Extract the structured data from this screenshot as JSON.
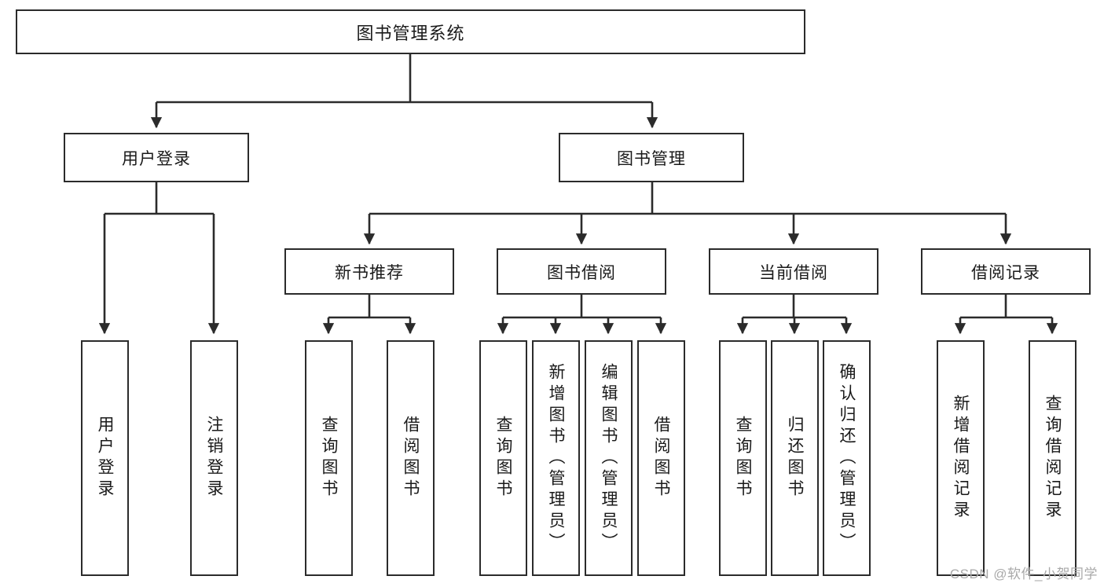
{
  "diagram": {
    "title": "图书管理系统",
    "watermark": "CSDN @软件_小贺同学",
    "stroke_color": "#2b2b2b",
    "fill_color": "#ffffff",
    "text_color": "#1a1a1a",
    "watermark_color": "#a9a9a9",
    "root": {
      "label": "图书管理系统"
    },
    "level2": [
      {
        "label": "用户登录"
      },
      {
        "label": "图书管理"
      }
    ],
    "level3": [
      {
        "label": "新书推荐"
      },
      {
        "label": "图书借阅"
      },
      {
        "label": "当前借阅"
      },
      {
        "label": "借阅记录"
      }
    ],
    "leaves": {
      "user_login": [
        {
          "label": "用户登录"
        },
        {
          "label": "注销登录"
        }
      ],
      "new_book_recommend": [
        {
          "label": "查询图书"
        },
        {
          "label": "借阅图书"
        }
      ],
      "book_borrow": [
        {
          "label": "查询图书"
        },
        {
          "label": "新增图书（管理员）"
        },
        {
          "label": "编辑图书（管理员）"
        },
        {
          "label": "借阅图书"
        }
      ],
      "current_borrow": [
        {
          "label": "查询图书"
        },
        {
          "label": "归还图书"
        },
        {
          "label": "确认归还（管理员）"
        }
      ],
      "borrow_record": [
        {
          "label": "新增借阅记录"
        },
        {
          "label": "查询借阅记录"
        }
      ]
    }
  }
}
